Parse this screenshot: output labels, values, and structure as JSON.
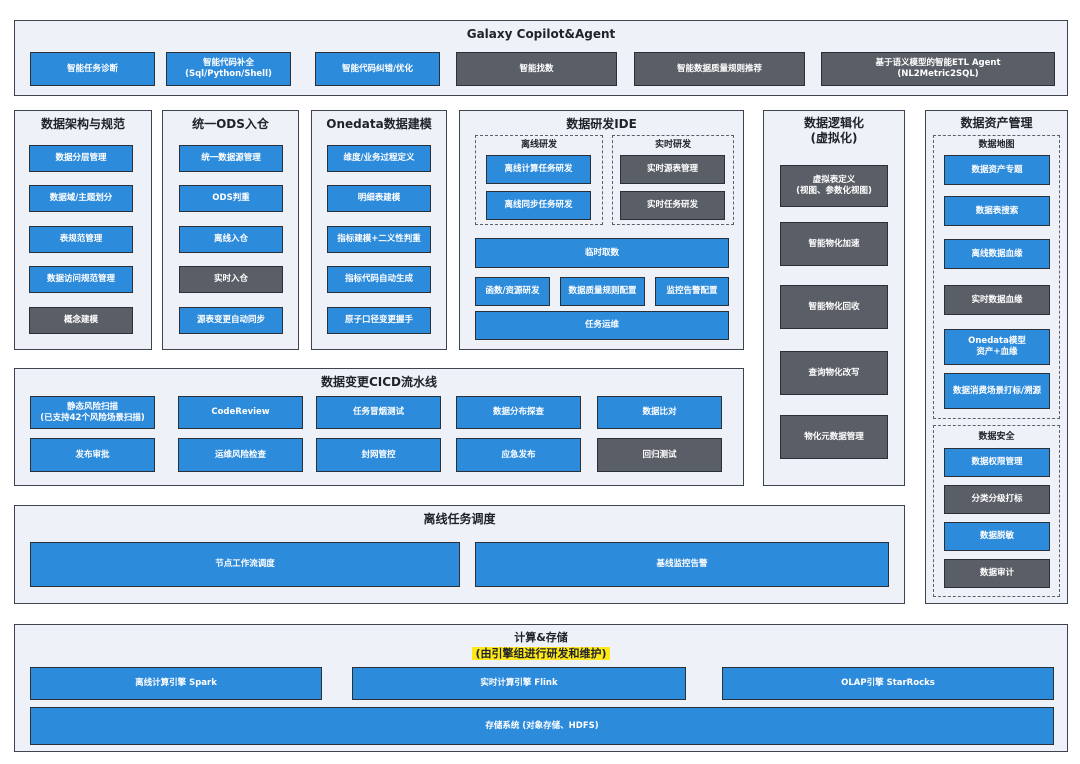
{
  "copilot": {
    "title": "Galaxy Copilot&Agent",
    "items": [
      "智能任务诊断",
      "智能代码补全\n(Sql/Python/Shell)",
      "智能代码纠错/优化",
      "智能找数",
      "智能数据质量规则推荐",
      "基于语义模型的智能ETL Agent\n(NL2Metric2SQL)"
    ]
  },
  "arch": {
    "title": "数据架构与规范",
    "items": [
      "数据分层管理",
      "数据域/主题划分",
      "表规范管理",
      "数据访问规范管理",
      "概念建模"
    ]
  },
  "ods": {
    "title": "统一ODS入仓",
    "items": [
      "统一数据源管理",
      "ODS判重",
      "离线入仓",
      "实时入仓",
      "源表变更自动同步"
    ]
  },
  "onedata": {
    "title": "Onedata数据建模",
    "items": [
      "维度/业务过程定义",
      "明细表建模",
      "指标建模+二义性判重",
      "指标代码自动生成",
      "原子口径变更握手"
    ]
  },
  "ide": {
    "title": "数据研发IDE",
    "offline_title": "离线研发",
    "offline_items": [
      "离线计算任务研发",
      "离线同步任务研发"
    ],
    "realtime_title": "实时研发",
    "realtime_items": [
      "实时源表管理",
      "实时任务研发"
    ],
    "temp_query": "临时取数",
    "row_items": [
      "函数/资源研发",
      "数据质量规则配置",
      "监控告警配置"
    ],
    "ops": "任务运维"
  },
  "logic": {
    "title": "数据逻辑化\n(虚拟化)",
    "items": [
      "虚拟表定义\n(视图、参数化视图)",
      "智能物化加速",
      "智能物化回收",
      "查询物化改写",
      "物化元数据管理"
    ]
  },
  "asset": {
    "title": "数据资产管理",
    "map_title": "数据地图",
    "map_items": [
      "数据资产专题",
      "数据表搜索",
      "离线数据血缘",
      "实时数据血缘",
      "Onedata模型\n资产+血缘",
      "数据消费场景打标/溯源"
    ],
    "security_title": "数据安全",
    "security_items": [
      "数据权限管理",
      "分类分级打标",
      "数据脱敏",
      "数据审计"
    ]
  },
  "cicd": {
    "title": "数据变更CICD流水线",
    "row1": [
      "静态风险扫描\n(已支持42个风险场景扫描)",
      "CodeReview",
      "任务冒烟测试",
      "数据分布探查",
      "数据比对"
    ],
    "row2": [
      "发布审批",
      "运维风险检查",
      "封网管控",
      "应急发布",
      "回归测试"
    ]
  },
  "schedule": {
    "title": "离线任务调度",
    "items": [
      "节点工作流调度",
      "基线监控告警"
    ]
  },
  "compute": {
    "title": "计算&存储",
    "subtitle": "(由引擎组进行研发和维护)",
    "engines": [
      "离线计算引擎 Spark",
      "实时计算引擎 Flink",
      "OLAP引擎 StarRocks"
    ],
    "storage": "存储系统 (对象存储、HDFS)"
  },
  "colors": {
    "blue": "#2d8bdc",
    "gray": "#5a5e66",
    "panel": "#eef1f7",
    "highlight": "#ffe81a"
  }
}
